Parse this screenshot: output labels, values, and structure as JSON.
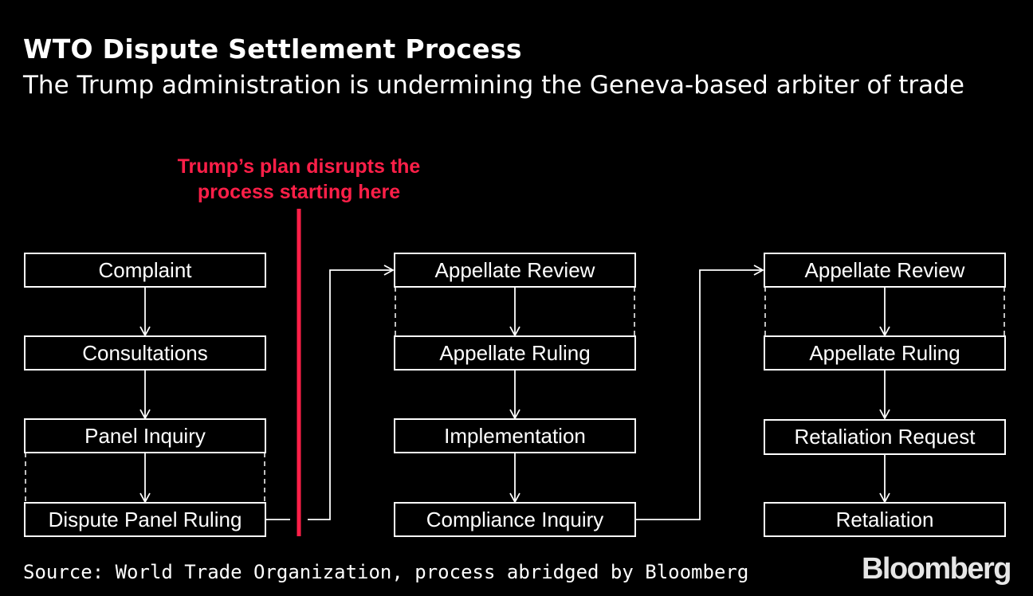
{
  "header": {
    "title": "WTO Dispute Settlement Process",
    "subtitle": "The Trump administration is undermining the Geneva-based arbiter of trade"
  },
  "annotation": {
    "text": "Trump’s plan disrupts the process starting here",
    "color": "#ff1f48"
  },
  "columns": [
    {
      "steps": [
        "Complaint",
        "Consultations",
        "Panel Inquiry",
        "Dispute Panel Ruling"
      ]
    },
    {
      "steps": [
        "Appellate Review",
        "Appellate Ruling",
        "Implementation",
        "Compliance Inquiry"
      ]
    },
    {
      "steps": [
        "Appellate Review",
        "Appellate Ruling",
        "Retaliation Request",
        "Retaliation"
      ]
    }
  ],
  "footer": {
    "source": "Source: World Trade Organization, process abridged by Bloomberg",
    "logo": "Bloomberg"
  }
}
